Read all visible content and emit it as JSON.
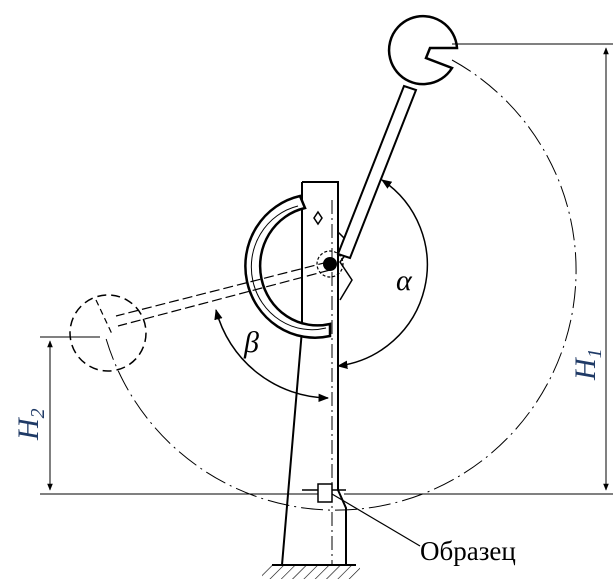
{
  "labels": {
    "alpha": "α",
    "beta": "β",
    "h1_main": "H",
    "h1_sub": "1",
    "h2_main": "H",
    "h2_sub": "2",
    "specimen": "Образец"
  }
}
